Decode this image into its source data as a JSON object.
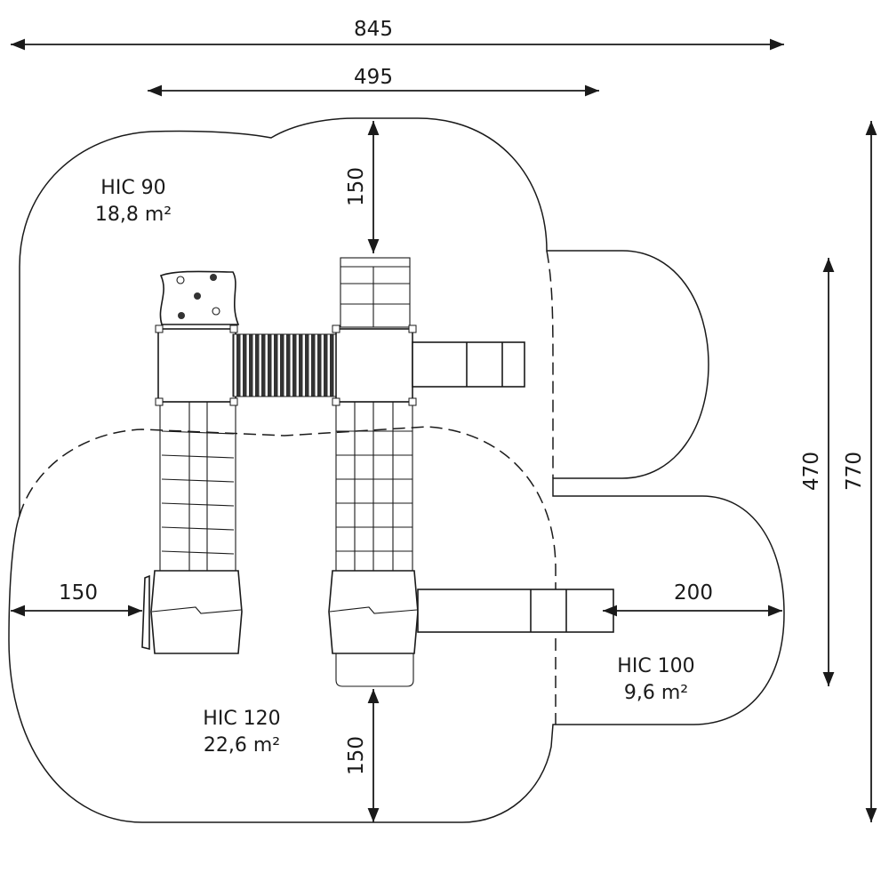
{
  "dimensions": {
    "total_width": "845",
    "equipment_width": "495",
    "top_clearance": "150",
    "equipment_depth": "470",
    "total_depth": "770",
    "left_clearance": "150",
    "right_clearance": "200",
    "bottom_clearance": "150"
  },
  "zones": [
    {
      "hic": "HIC 90",
      "area": "18,8 m²"
    },
    {
      "hic": "HIC 100",
      "area": "9,6 m²"
    },
    {
      "hic": "HIC 120",
      "area": "22,6 m²"
    }
  ]
}
